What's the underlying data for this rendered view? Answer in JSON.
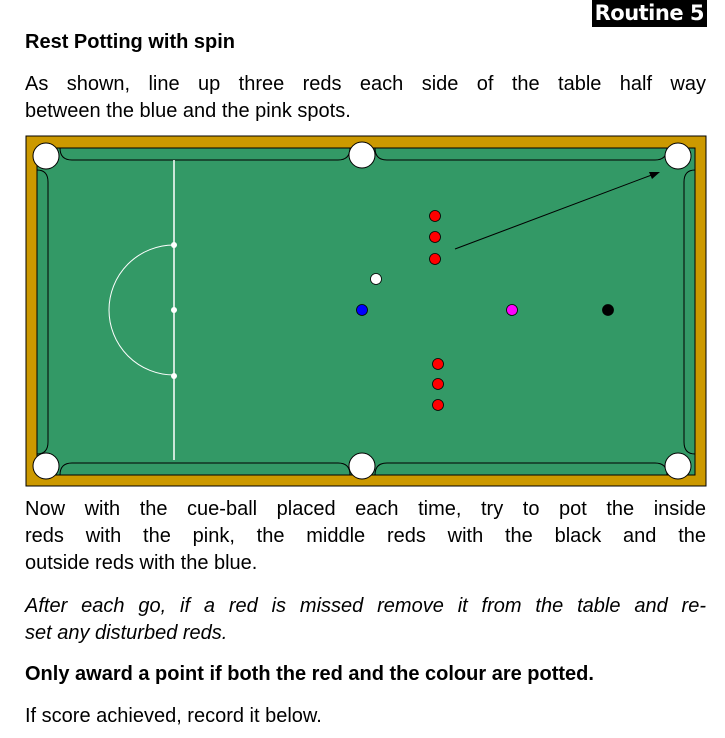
{
  "badge": "Routine 5",
  "title": "Rest Potting with spin",
  "intro": [
    "As shown, line up three reds each side of the table half way",
    "between the blue and the pink spots."
  ],
  "instructions": [
    "Now with the cue-ball placed each time, try to pot the inside",
    "reds with the pink, the middle reds with the black and the",
    "outside reds with the blue."
  ],
  "note": [
    "After each go, if a red is missed remove it from the table and re-",
    "set any disturbed reds."
  ],
  "rule": "Only award a point if both the red and the colour are potted.",
  "record": "If score achieved, record it below.",
  "colors": {
    "wood": "#CC9900",
    "cloth": "#339966",
    "red": "#FF0000",
    "blue": "#0000FF",
    "pink": "#FF00FF",
    "black": "#000000",
    "cue": "#FFFFFF"
  }
}
